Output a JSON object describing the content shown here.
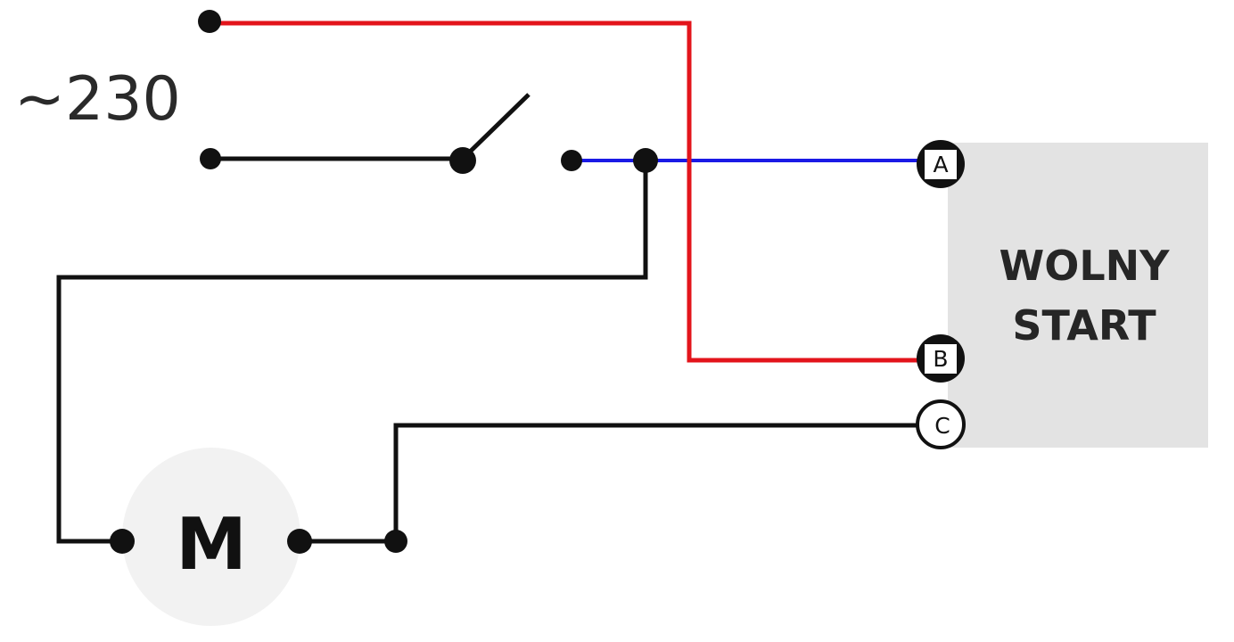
{
  "diagram": {
    "supply_label": "~230",
    "motor_label": "M",
    "device": {
      "line1": "WOLNY",
      "line2": "START"
    },
    "terminals": {
      "a": "A",
      "b": "B",
      "c": "C"
    }
  },
  "colors": {
    "phase_wire": "#e3141b",
    "neutral_wire": "#1a1ae6",
    "wire": "#111111",
    "device_fill": "#e3e3e3",
    "motor_fill": "#f2f2f2"
  }
}
